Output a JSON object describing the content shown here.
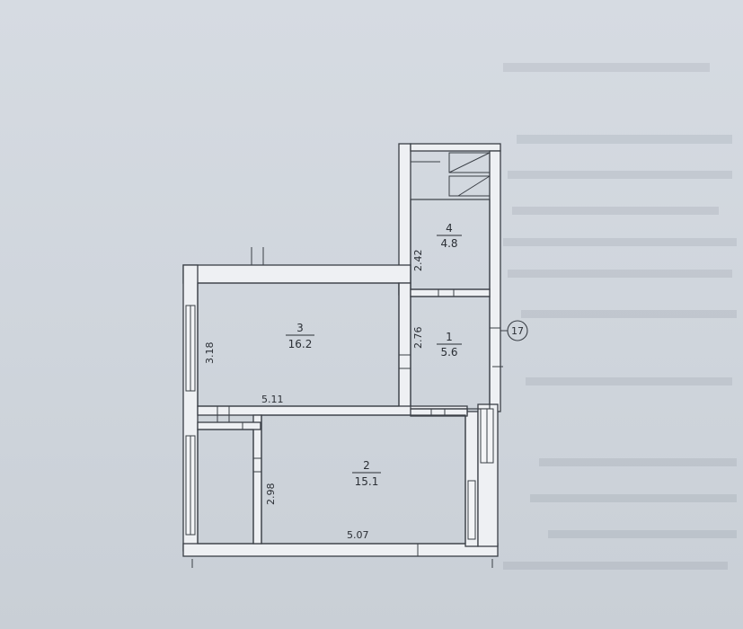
{
  "plan": {
    "rooms": [
      {
        "id": "room-4",
        "number": "4",
        "area": "4.8"
      },
      {
        "id": "room-3",
        "number": "3",
        "area": "16.2"
      },
      {
        "id": "room-1",
        "number": "1",
        "area": "5.6"
      },
      {
        "id": "room-2",
        "number": "2",
        "area": "15.1"
      }
    ],
    "dimensions": [
      {
        "id": "dim-242",
        "value": "2.42"
      },
      {
        "id": "dim-318",
        "value": "3.18"
      },
      {
        "id": "dim-276",
        "value": "2.76"
      },
      {
        "id": "dim-511",
        "value": "5.11"
      },
      {
        "id": "dim-298",
        "value": "2.98"
      },
      {
        "id": "dim-507",
        "value": "5.07"
      }
    ],
    "marker": {
      "label": "17"
    }
  }
}
